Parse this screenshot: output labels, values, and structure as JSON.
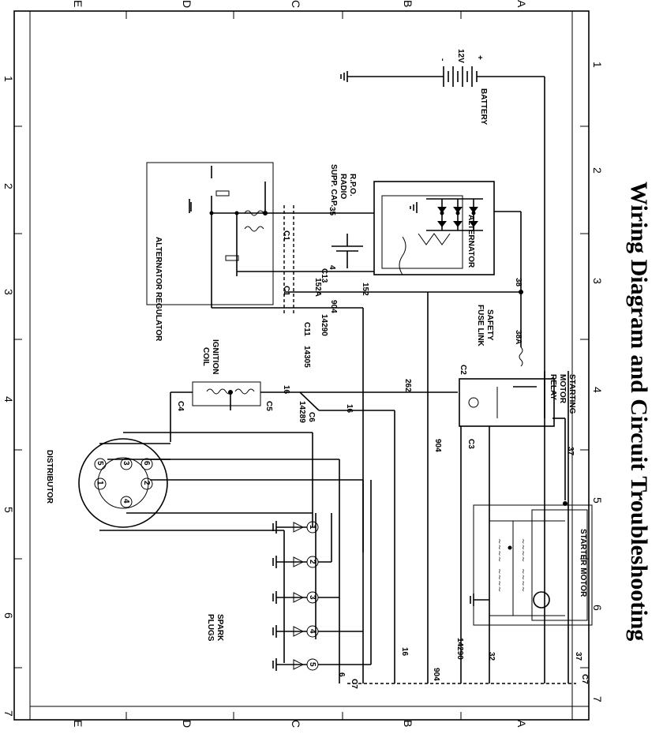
{
  "title": "Wiring Diagram and Circuit Troubleshooting",
  "grid": {
    "rows": [
      "1",
      "2",
      "3",
      "4",
      "5",
      "6",
      "7"
    ],
    "columns": [
      "A",
      "B",
      "C",
      "D",
      "E"
    ]
  },
  "components": {
    "battery": "BATTERY",
    "battery_voltage": "12V",
    "battery_plus": "+",
    "battery_minus": "-",
    "rpo": "R.P.O.",
    "radio": "RADIO",
    "supp_cap": "SUPP. CAP.",
    "alternator": "ALTERNATOR",
    "alternator_regulator": "ALTERNATOR REGULATOR",
    "safety": "SAFETY",
    "fuse_link": "FUSE LINK",
    "starting": "STARTING",
    "motor": "MOTOR",
    "relay": "RELAY",
    "starter_motor": "STARTER MOTOR",
    "ignition": "IGNITION",
    "coil": "COIL",
    "distributor": "DISTRIBUTOR",
    "spark": "SPARK",
    "plugs": "PLUGS"
  },
  "connectors": {
    "c1a": "C1",
    "c1b": "C1",
    "c13": "C13",
    "c11": "C11",
    "c2": "C2",
    "c3": "C3",
    "c4": "C4",
    "c5": "C5",
    "c6": "C6",
    "c7a": "C7",
    "c7b": "C7"
  },
  "wires": {
    "w35": "35",
    "w4": "4",
    "w152a": "152A",
    "w152": "152",
    "w904a": "904",
    "w14290a": "14290",
    "w14305": "14305",
    "w38": "38",
    "w38a": "38A",
    "w262": "262",
    "w16a": "16",
    "w14289": "14289",
    "w16b": "16",
    "w904b": "904",
    "w37a": "37",
    "w16c": "16",
    "w904c": "904",
    "w14290b": "14290",
    "w32": "32",
    "w37b": "37",
    "w6": "6"
  },
  "distributor_pins": [
    "1",
    "2",
    "3",
    "4",
    "5",
    "6"
  ],
  "plugs": [
    "1",
    "2",
    "3",
    "4",
    "5"
  ]
}
